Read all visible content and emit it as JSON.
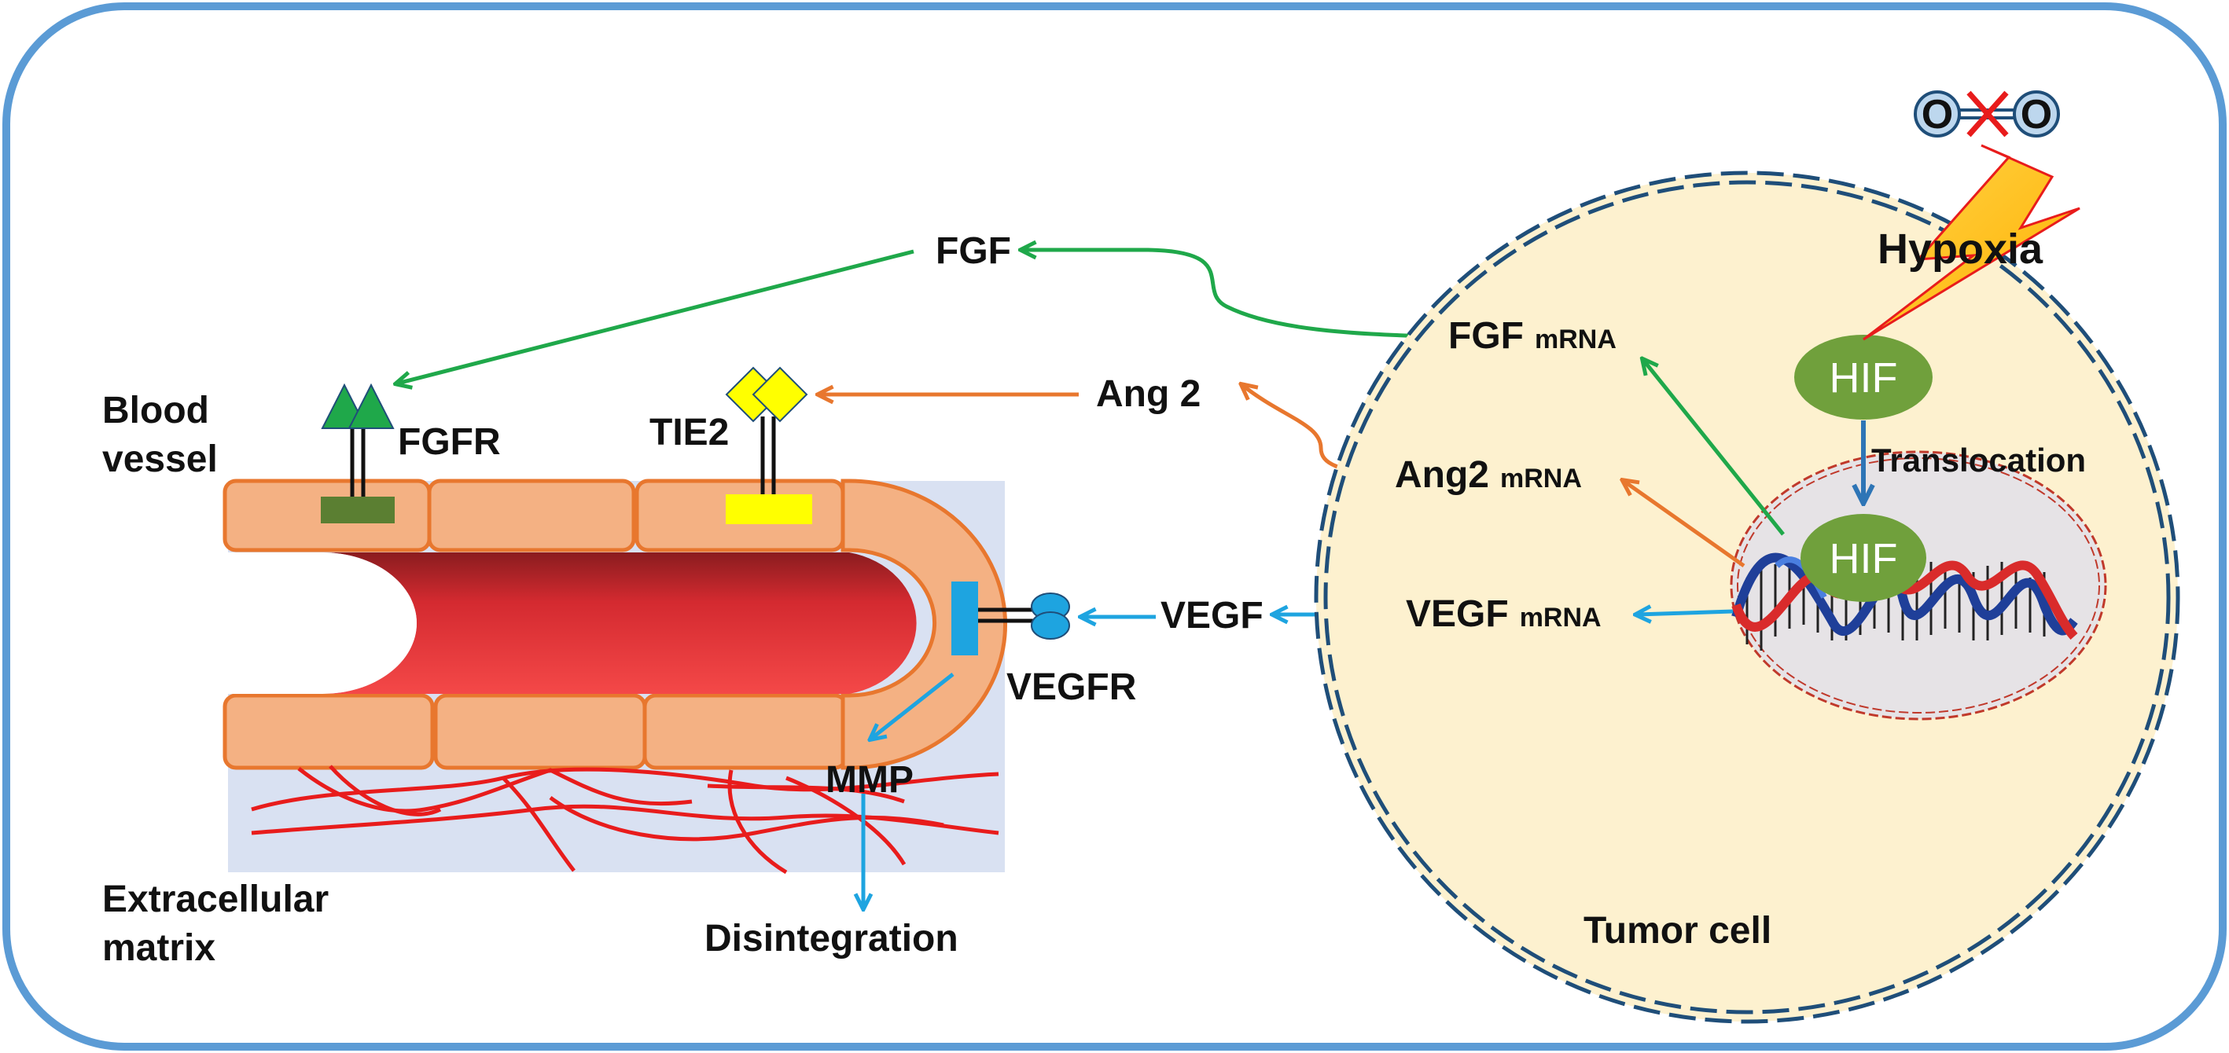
{
  "labels": {
    "blood_vessel_1": "Blood",
    "blood_vessel_2": "vessel",
    "ecm_1": "Extracellular",
    "ecm_2": "matrix",
    "fgfr": "FGFR",
    "tie2": "TIE2",
    "vegfr": "VEGFR",
    "mmp": "MMP",
    "disintegration": "Disintegration",
    "fgf": "FGF",
    "ang2": "Ang 2",
    "vegf": "VEGF",
    "fgf_mrna_main": "FGF",
    "fgf_mrna_sub": "mRNA",
    "ang2_mrna_main": "Ang2",
    "ang2_mrna_sub": "mRNA",
    "vegf_mrna_main": "VEGF",
    "vegf_mrna_sub": "mRNA",
    "hif_top": "HIF",
    "hif_nucleus": "HIF",
    "translocation": "Translocation",
    "hypoxia": "Hypoxia",
    "tumor_cell": "Tumor cell",
    "oxygen_left": "O",
    "oxygen_right": "O"
  },
  "colors": {
    "frame": "#5b9bd5",
    "green_path": "#1fa84a",
    "orange_path": "#e8772e",
    "blue_path": "#1ea4e0",
    "translocation_arrow": "#2e75b6",
    "cell_fill": "#fdf1cf",
    "nucleus_fill": "#e6e3e6",
    "vessel_wall": "#f4b183",
    "vessel_lumen": "#e8333a",
    "hif": "#70a03c",
    "ecm_background": "#d9e1f2",
    "ecm_fibers": "#e81c1c",
    "lightning": "#ffc000"
  }
}
